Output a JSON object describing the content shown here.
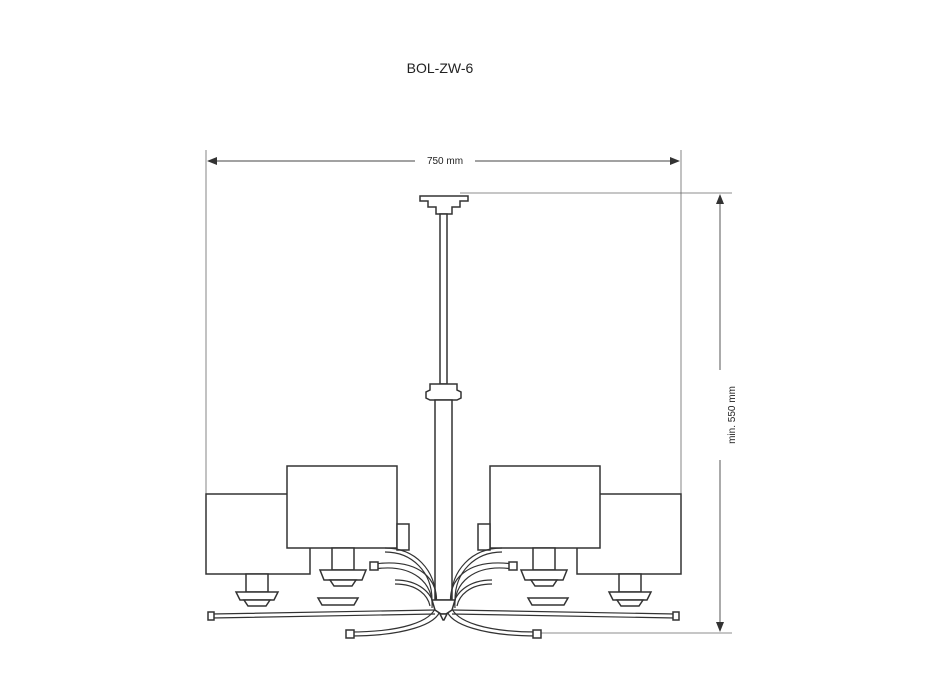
{
  "title": "BOL-ZW-6",
  "dimensions": {
    "width_label": "750 mm",
    "height_label": "min. 550 mm"
  }
}
